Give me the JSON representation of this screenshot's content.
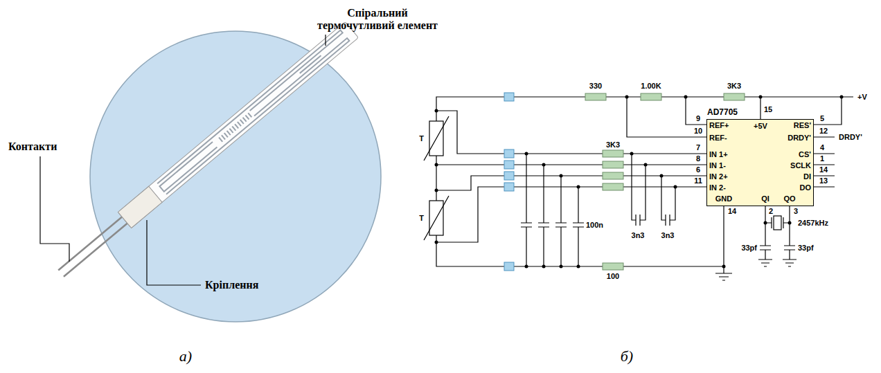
{
  "diagram": {
    "nodes": [
      {
        "text": [
          "AD7705"
        ]
      }
    ],
    "labels": [
      "Спіральний термочутливий елемент",
      "Контакти",
      "Кріплення",
      "а)",
      "б)",
      "T",
      "T",
      "330",
      "1.00K",
      "3K3",
      "+V",
      "3K3",
      "100n",
      "3n3",
      "3n3",
      "100",
      "15",
      "+5V",
      "9",
      "REF+",
      "10",
      "REF-",
      "7",
      "IN 1+",
      "8",
      "IN 1-",
      "6",
      "IN 2+",
      "11",
      "IN 2-",
      "GND",
      "QI",
      "QO",
      "5",
      "RES'",
      "12",
      "DRDY'",
      "DRDY'",
      "4",
      "CS'",
      "1",
      "SCLK",
      "14",
      "DI",
      "13",
      "DO",
      "14",
      "2",
      "3",
      "2457kHz",
      "33pf",
      "33pf"
    ]
  }
}
